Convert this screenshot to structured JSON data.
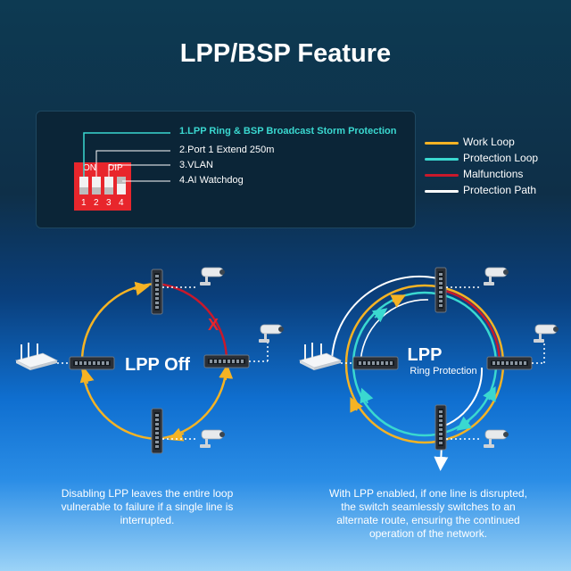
{
  "title": "LPP/BSP Feature",
  "dip": {
    "on_label": "ON",
    "dip_label": "DIP",
    "numbers": [
      "1",
      "2",
      "3",
      "4"
    ],
    "options": [
      "1.LPP Ring & BSP Broadcast Storm Protection",
      "2.Port 1 Extend 250m",
      "3.VLAN",
      "4.AI Watchdog"
    ]
  },
  "legend": [
    {
      "label": "Work Loop",
      "color": "#f5b324"
    },
    {
      "label": "Protection Loop",
      "color": "#3ad8d0"
    },
    {
      "label": "Malfunctions",
      "color": "#c8192b"
    },
    {
      "label": "Protection Path",
      "color": "#ffffff"
    }
  ],
  "left_diagram": {
    "label": "LPP Off",
    "fault_mark": "X",
    "caption": [
      "Disabling LPP leaves the entire loop",
      "vulnerable to failure if a single line is",
      "interrupted."
    ]
  },
  "right_diagram": {
    "label": "LPP",
    "sublabel": "Ring Protection",
    "caption": [
      "With LPP enabled, if one line is disrupted,",
      "the switch seamlessly switches to an",
      "alternate route, ensuring the continued",
      "operation of the network."
    ]
  },
  "icons": {
    "router": "router-icon",
    "switch": "network-switch-icon",
    "camera": "security-camera-icon"
  }
}
